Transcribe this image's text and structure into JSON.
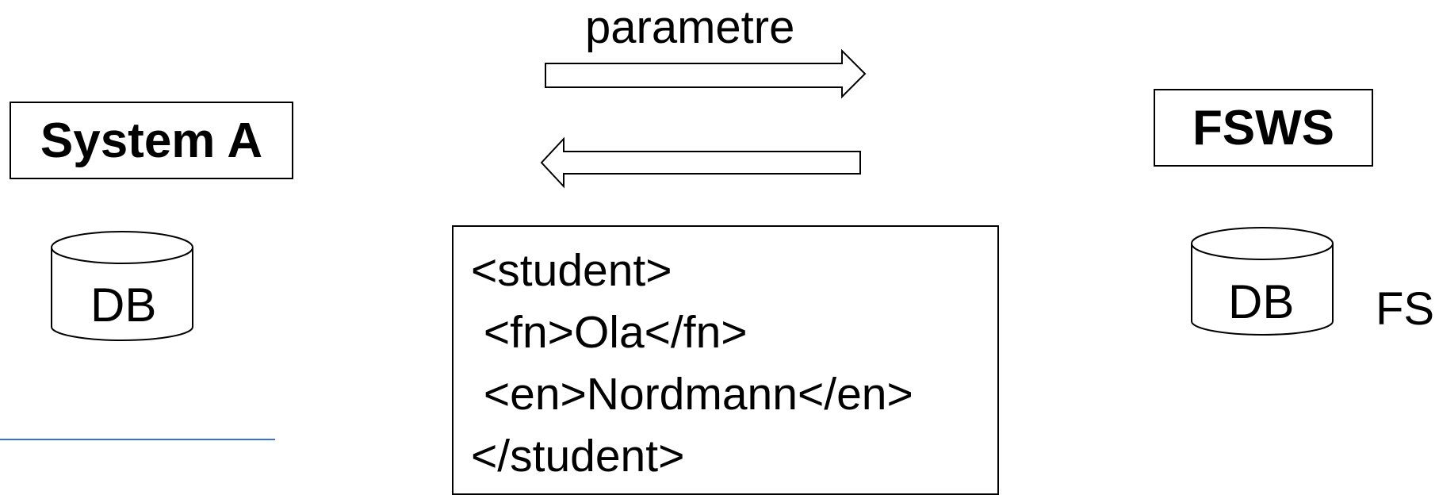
{
  "nodes": {
    "system_a": "System A",
    "fsws": "FSWS",
    "db_left": "DB",
    "db_right": "DB",
    "fs": "FS"
  },
  "arrows": {
    "request_label": "parametre"
  },
  "xml": {
    "lines": [
      "<student>",
      " <fn>Ola</fn>",
      " <en>Nordmann</en>",
      "</student>"
    ]
  },
  "colors": {
    "stroke": "#000000",
    "divider": "#3b6fd6"
  }
}
